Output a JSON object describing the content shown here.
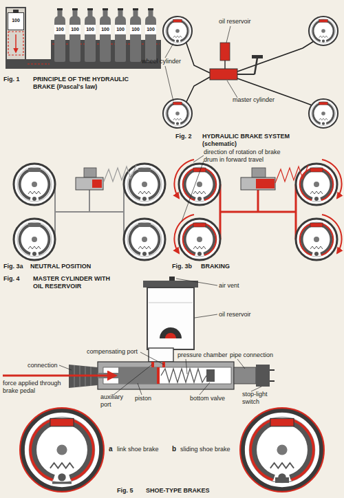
{
  "diagram": {
    "nodes": [
      {
        "text": [
          "100"
        ]
      },
      {
        "text": [
          "100"
        ]
      },
      {
        "text": [
          "100"
        ]
      },
      {
        "text": [
          "100"
        ]
      },
      {
        "text": [
          "100"
        ]
      },
      {
        "text": [
          "100"
        ]
      },
      {
        "text": [
          "100"
        ]
      },
      {
        "text": [
          "100"
        ]
      }
    ],
    "labels": [
      "Fig. 1",
      "PRINCIPLE OF THE HYDRAULIC BRAKE (Pascal's law)",
      "oil reservoir",
      "wheel cylinder",
      "master cylinder",
      "Fig. 2",
      "HYDRAULIC BRAKE SYSTEM (schematic)",
      "direction of rotation of brake drum in forward travel",
      "Fig. 3a",
      "NEUTRAL POSITION",
      "Fig. 3b",
      "BRAKING",
      "Fig. 4",
      "MASTER CYLINDER WITH OIL RESERVOIR",
      "air vent",
      "oil reservoir",
      "compensating port",
      "pressure chamber",
      "pipe connection",
      "connection",
      "force applied through brake pedal",
      "auxiliary port",
      "piston",
      "bottom valve",
      "stop-light switch",
      "a",
      "link shoe brake",
      "b",
      "sliding shoe brake",
      "Fig. 5",
      "SHOE-TYPE BRAKES"
    ]
  }
}
